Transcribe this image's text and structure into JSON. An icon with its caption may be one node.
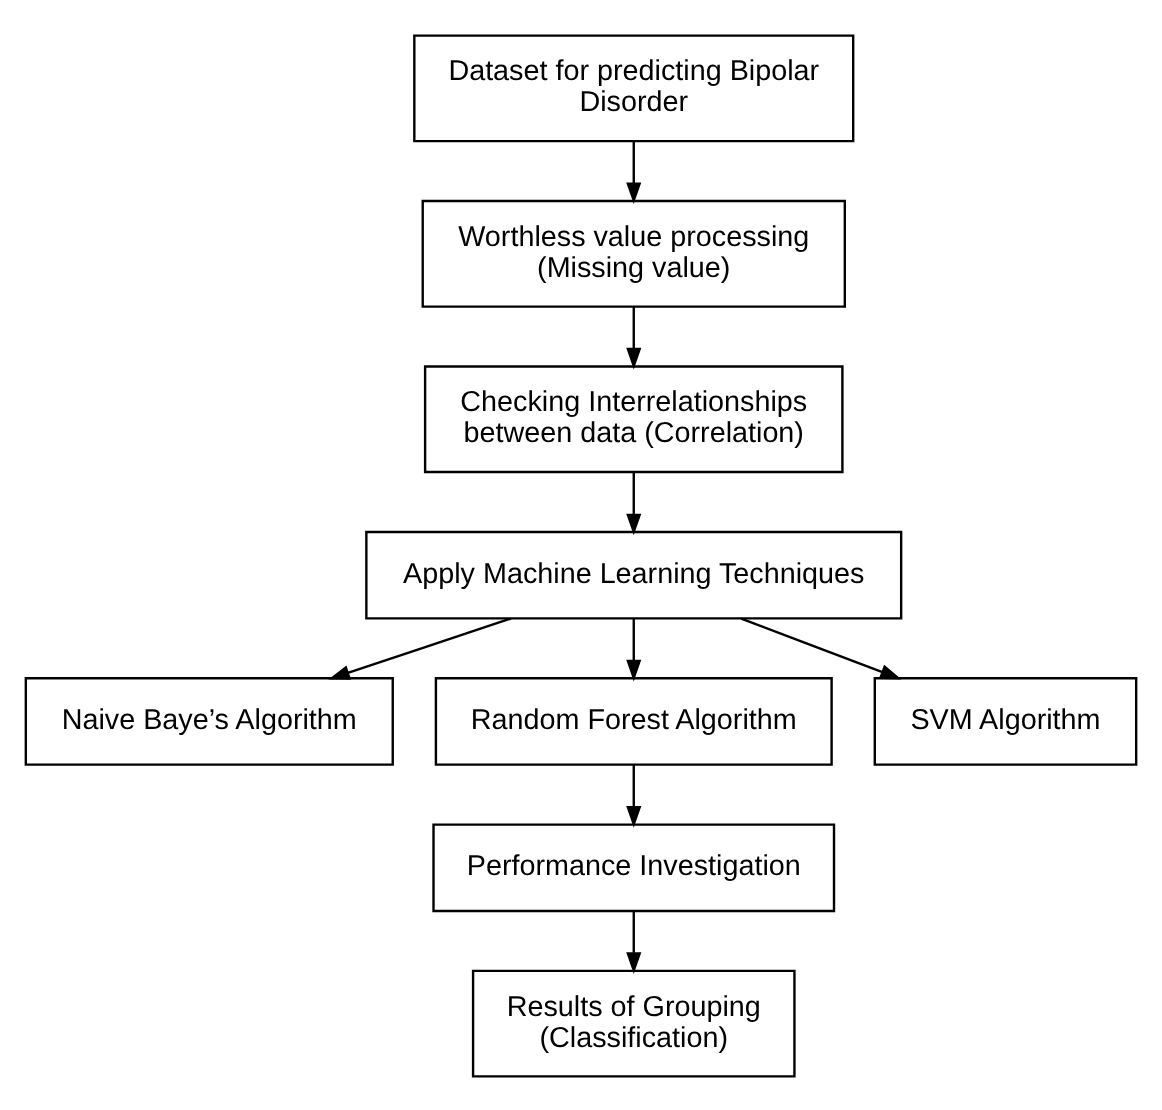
{
  "diagram": {
    "nodes": [
      {
        "text": [
          "Dataset for predicting Bipolar Disorder"
        ]
      },
      {
        "text": [
          "Worthless value processing (Missing value)"
        ]
      },
      {
        "text": [
          "Checking Interrelationships between data (Correlation)"
        ]
      },
      {
        "text": [
          "Apply Machine Learning Techniques"
        ]
      },
      {
        "text": [
          "Naive Baye’s Algorithm"
        ]
      },
      {
        "text": [
          "Random Forest Algorithm"
        ]
      },
      {
        "text": [
          "SVM Algorithm"
        ]
      },
      {
        "text": [
          "Performance Investigation"
        ]
      },
      {
        "text": [
          "Results of Grouping (Classification)"
        ]
      }
    ],
    "edges": [
      {
        "from": 0,
        "to": 1,
        "arrow": "to"
      },
      {
        "from": 1,
        "to": 2,
        "arrow": "to"
      },
      {
        "from": 2,
        "to": 3,
        "arrow": "to"
      },
      {
        "from": 3,
        "to": 4,
        "arrow": "to"
      },
      {
        "from": 3,
        "to": 5,
        "arrow": "to"
      },
      {
        "from": 3,
        "to": 6,
        "arrow": "to"
      },
      {
        "from": 5,
        "to": 7,
        "arrow": "to"
      },
      {
        "from": 7,
        "to": 8,
        "arrow": "to"
      }
    ]
  }
}
